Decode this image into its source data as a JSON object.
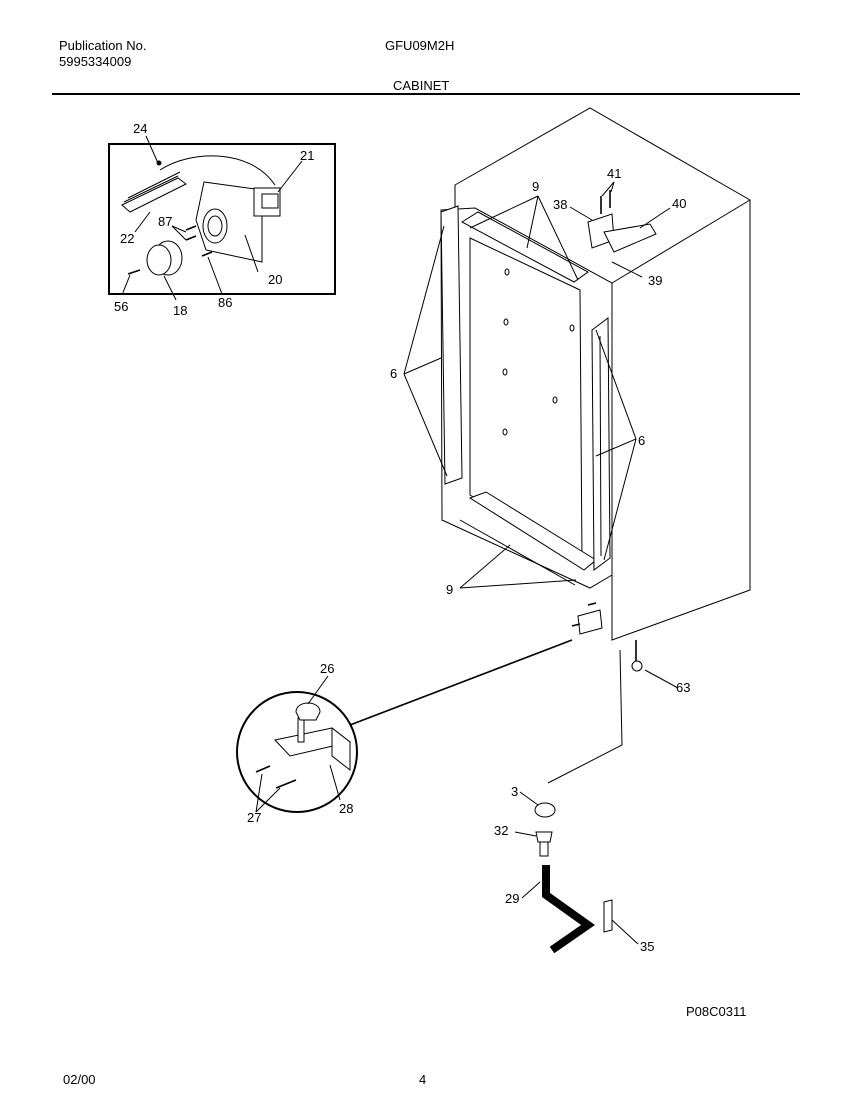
{
  "header": {
    "publication_label": "Publication No.",
    "publication_number": "5995334009",
    "model": "GFU09M2H",
    "section_title": "CABINET"
  },
  "footer": {
    "date": "02/00",
    "page_number": "4",
    "figure_code": "P08C0311"
  },
  "callouts": {
    "c24": "24",
    "c21": "21",
    "c22": "22",
    "c87": "87",
    "c20": "20",
    "c56": "56",
    "c18": "18",
    "c86": "86",
    "c9_top": "9",
    "c41": "41",
    "c38": "38",
    "c40": "40",
    "c39": "39",
    "c6_left": "6",
    "c6_right": "6",
    "c9_bottom": "9",
    "c63": "63",
    "c26": "26",
    "c27": "27",
    "c28": "28",
    "c3": "3",
    "c32": "32",
    "c29": "29",
    "c35": "35"
  }
}
